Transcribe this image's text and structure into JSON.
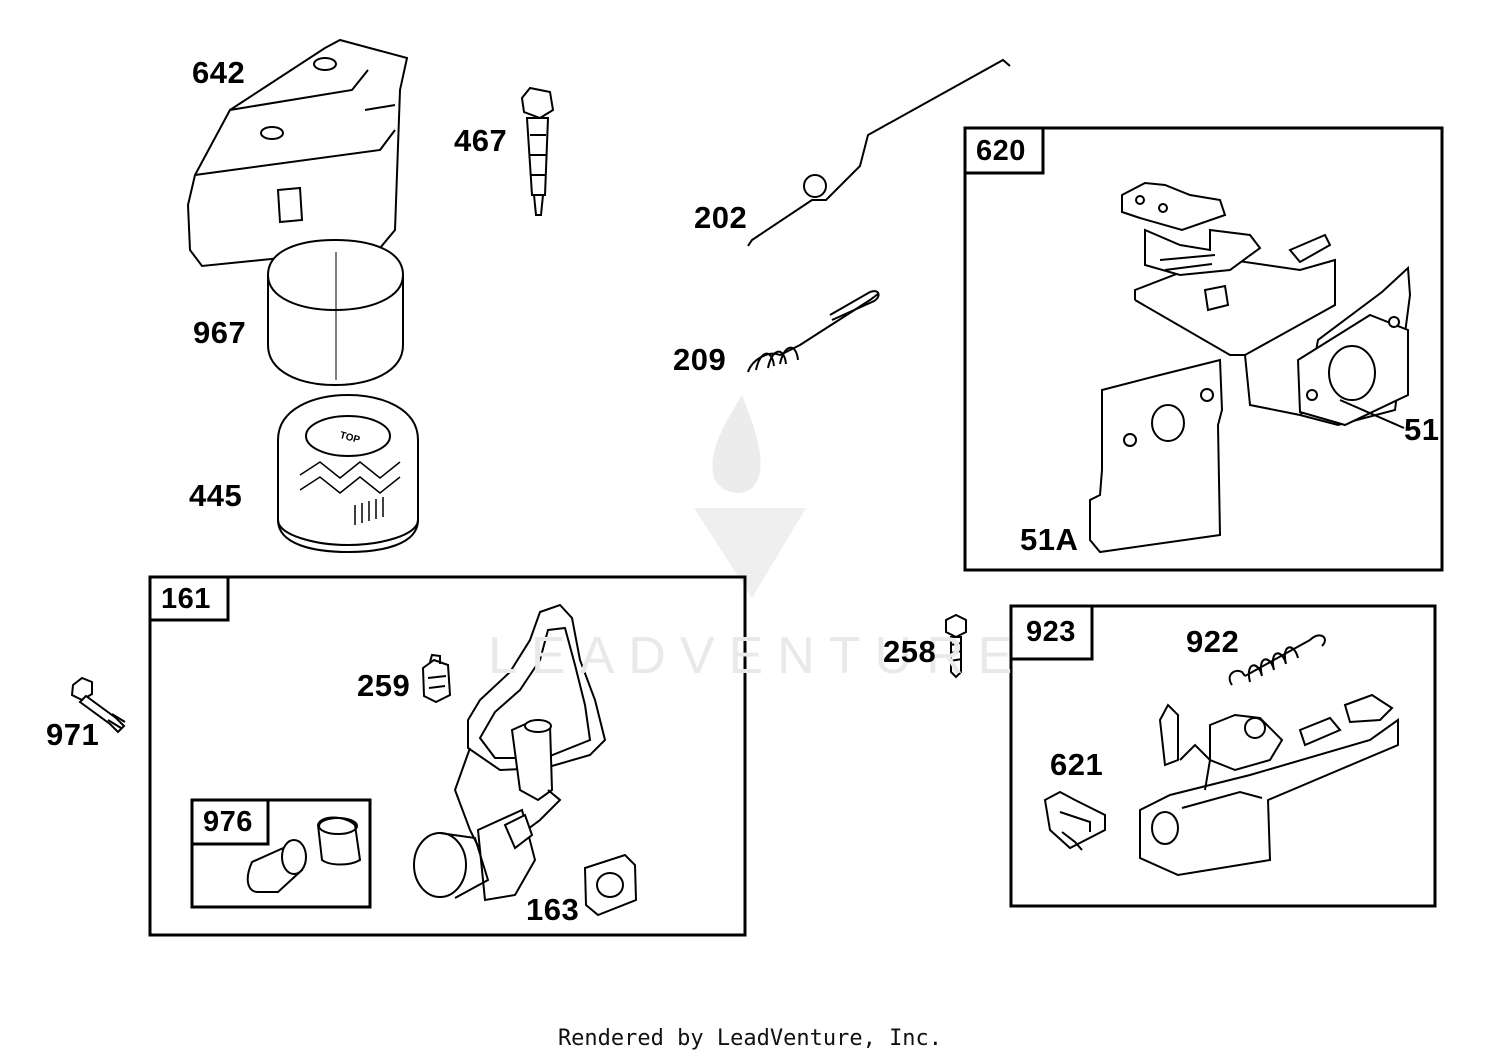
{
  "watermark": {
    "brand_text": "LEADVENTURE"
  },
  "footer": {
    "text": "Rendered by LeadVenture, Inc."
  },
  "filter_top_text": "TOP",
  "boxes": {
    "b620": "620",
    "b161": "161",
    "b976": "976",
    "b923": "923"
  },
  "labels": {
    "p642": "642",
    "p467": "467",
    "p202": "202",
    "p967": "967",
    "p209": "209",
    "p445": "445",
    "p51": "51",
    "p51A": "51A",
    "p259": "259",
    "p971": "971",
    "p163": "163",
    "p258": "258",
    "p922": "922",
    "p621": "621"
  }
}
